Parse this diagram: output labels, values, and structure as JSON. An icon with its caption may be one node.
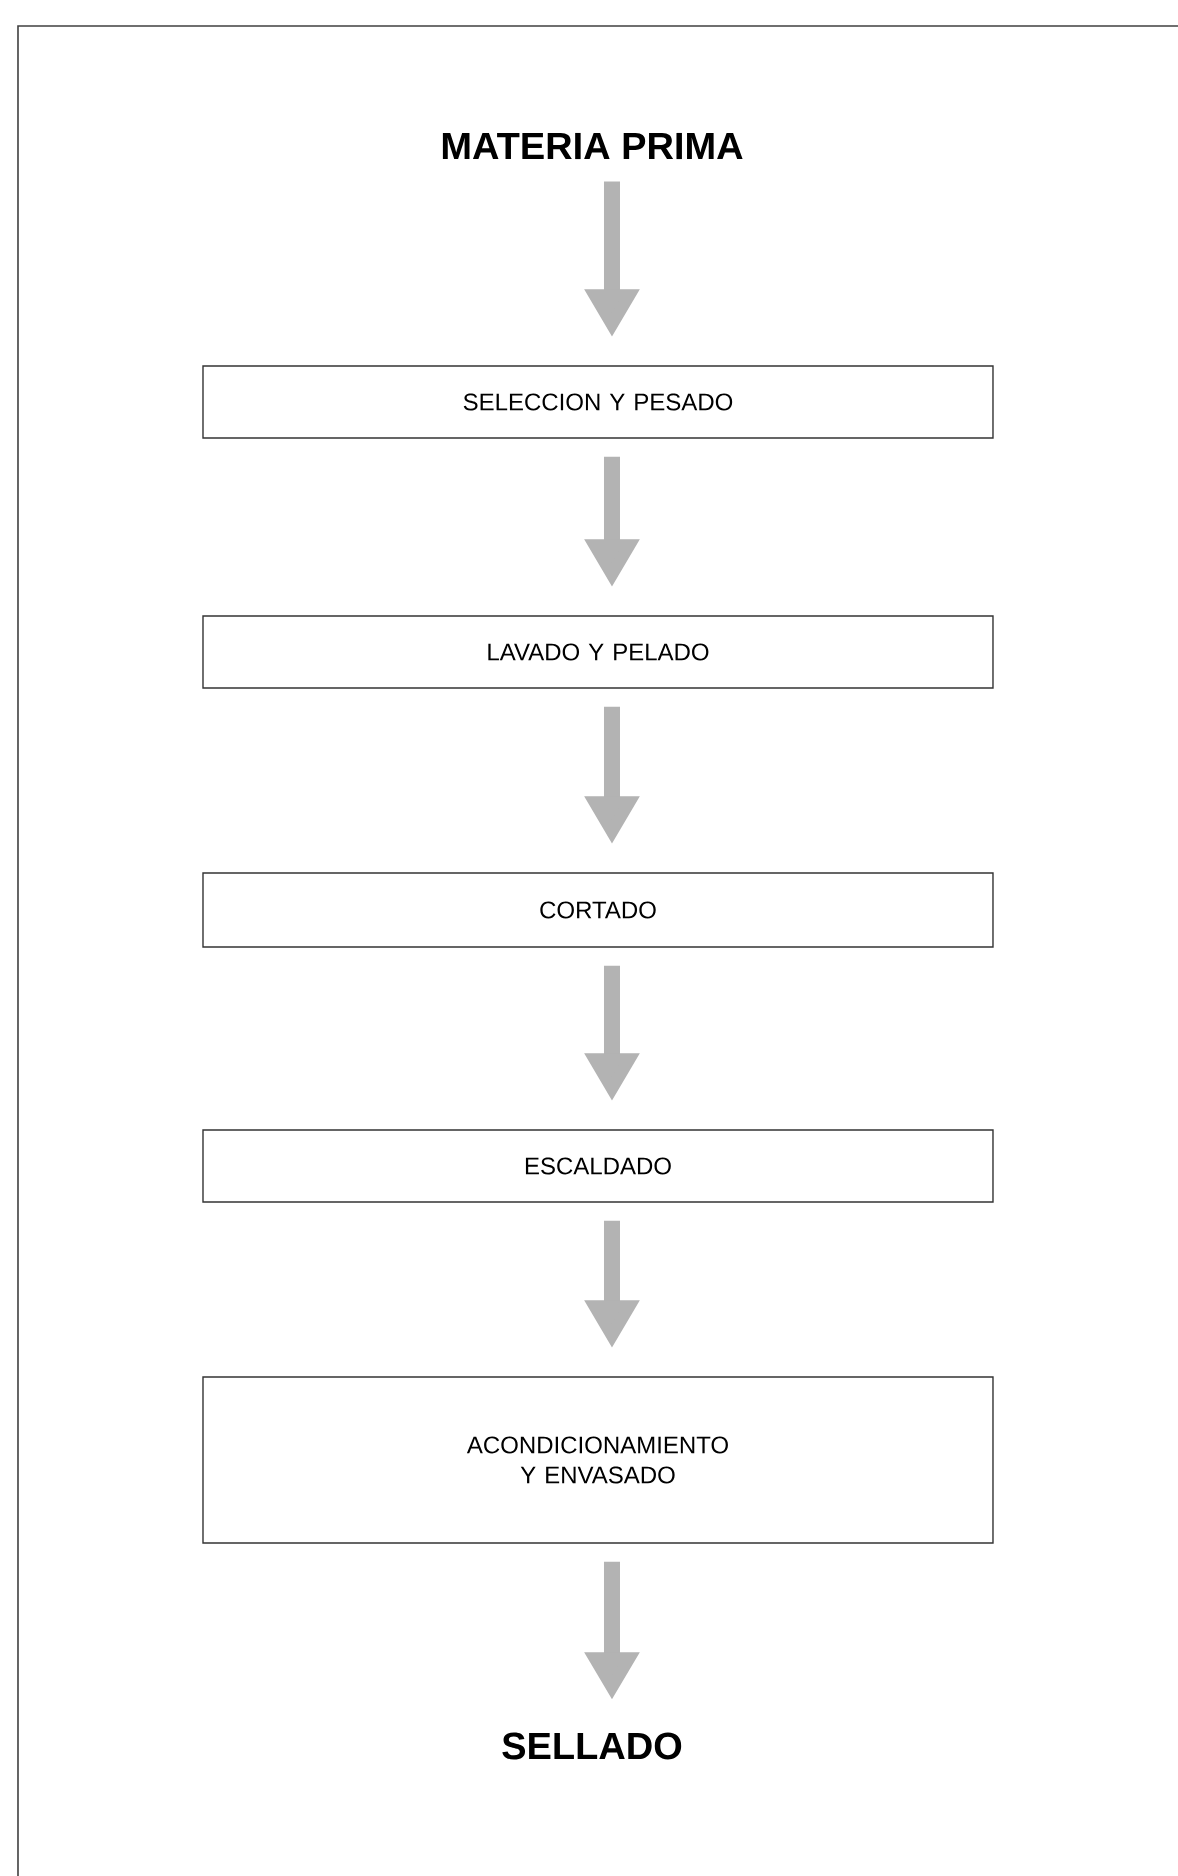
{
  "diagram": {
    "nodes": [
      {
        "text": [
          "MATERIA PRIMA"
        ]
      },
      {
        "text": [
          "SELECCION Y PESADO"
        ]
      },
      {
        "text": [
          "LAVADO Y PELADO"
        ]
      },
      {
        "text": [
          "CORTADO"
        ]
      },
      {
        "text": [
          "ESCALDADO"
        ]
      },
      {
        "text": [
          "ACONDICIONAMIENTO Y ENVASADO"
        ]
      },
      {
        "text": [
          "SELLADO"
        ]
      }
    ],
    "edges": [
      {
        "from": 0,
        "to": 1,
        "arrow": "to"
      },
      {
        "from": 1,
        "to": 2,
        "arrow": "to"
      },
      {
        "from": 2,
        "to": 3,
        "arrow": "to"
      },
      {
        "from": 3,
        "to": 4,
        "arrow": "to"
      },
      {
        "from": 4,
        "to": 5,
        "arrow": "to"
      },
      {
        "from": 5,
        "to": 6,
        "arrow": "to"
      }
    ]
  }
}
